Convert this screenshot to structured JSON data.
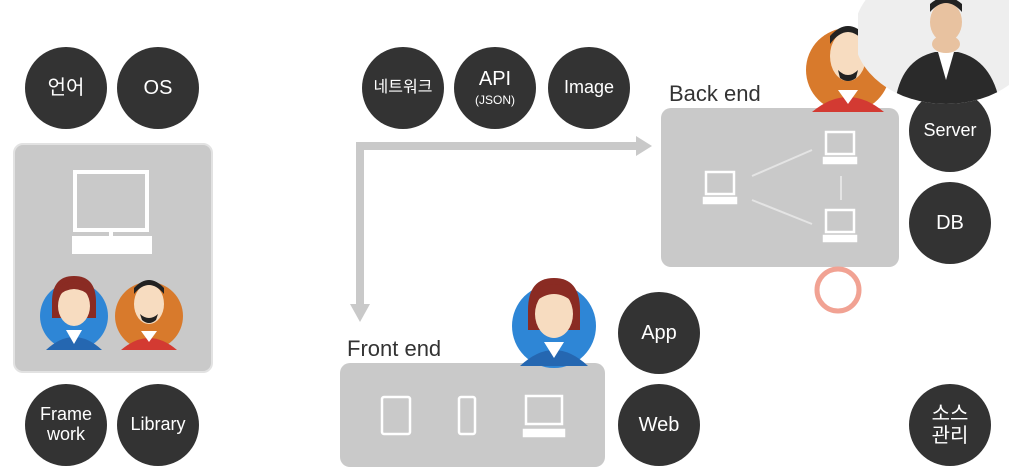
{
  "left_group": {
    "language": "언어",
    "os": "OS",
    "framework_line1": "Frame",
    "framework_line2": "work",
    "library": "Library"
  },
  "network_group": {
    "network": "네트워크",
    "api": "API",
    "api_sub": "(JSON)",
    "image": "Image"
  },
  "backend": {
    "label": "Back end",
    "server": "Server",
    "db": "DB"
  },
  "frontend": {
    "label": "Front end",
    "app": "App",
    "web": "Web"
  },
  "source_control_line1": "소스",
  "source_control_line2": "관리",
  "colors": {
    "circle_fill": "#333333",
    "panel_fill": "#c9c9c9",
    "arrow": "#c9c9c9",
    "highlight_ring": "#f1a293"
  }
}
